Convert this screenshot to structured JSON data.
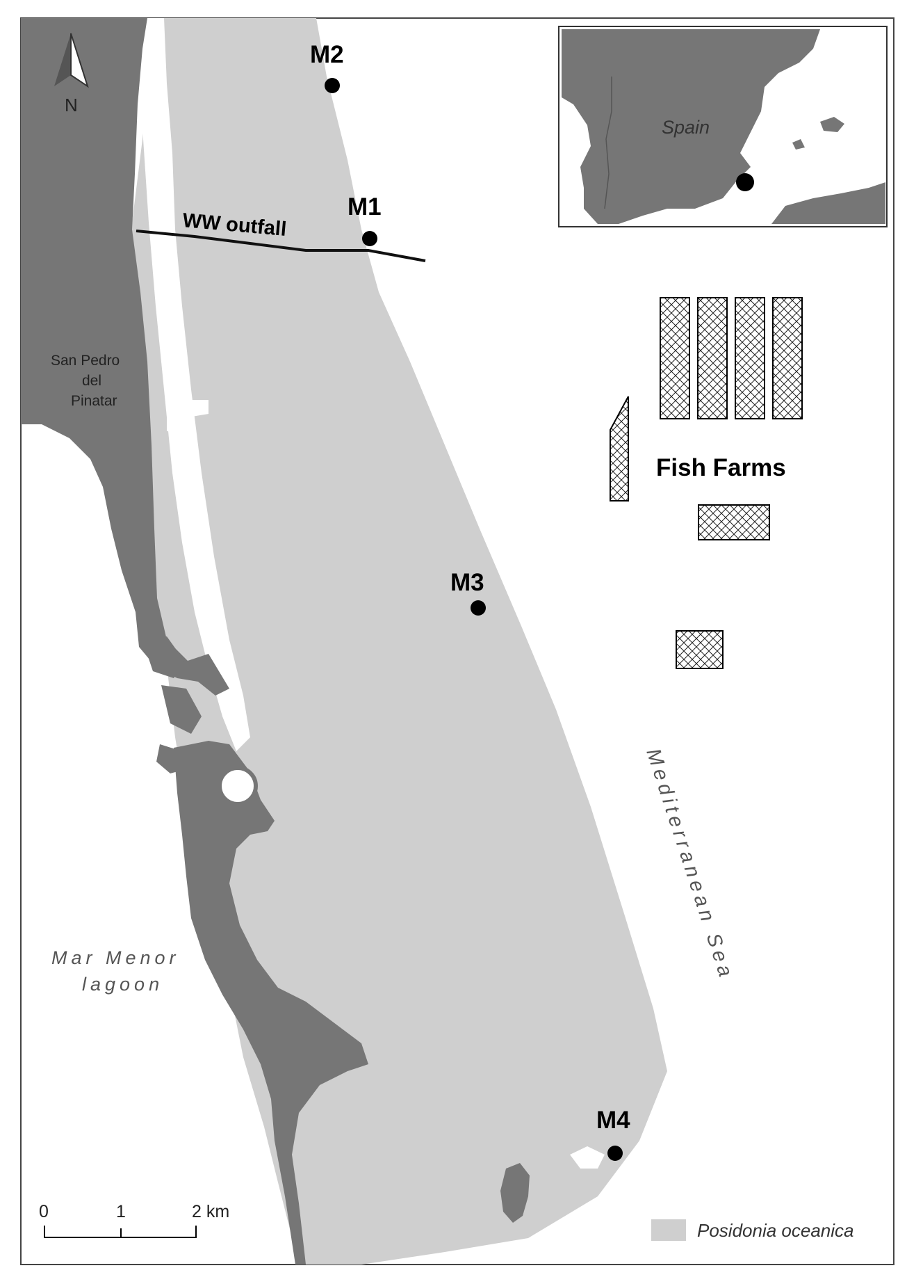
{
  "map": {
    "north_arrow": {
      "label": "N"
    },
    "stations": [
      {
        "id": "M1",
        "label": "M1"
      },
      {
        "id": "M2",
        "label": "M2"
      },
      {
        "id": "M3",
        "label": "M3"
      },
      {
        "id": "M4",
        "label": "M4"
      }
    ],
    "outfall": {
      "label": "WW outfall"
    },
    "town": {
      "line1": "San Pedro",
      "line2": "del",
      "line3": "Pinatar"
    },
    "fish_farms": {
      "label": "Fish Farms"
    },
    "inset": {
      "country_label": "Spain"
    },
    "sea_label": "Mediterranean Sea",
    "lagoon": {
      "line1": "Mar Menor",
      "line2": "lagoon"
    },
    "scale_bar": {
      "tick0": "0",
      "tick1": "1",
      "tick2": "2 km"
    },
    "legend": {
      "label": "Posidonia oceanica"
    },
    "colors": {
      "land": "#767676",
      "posidonia": "#cfcfcf",
      "water": "#ffffff",
      "station": "#000000"
    }
  }
}
